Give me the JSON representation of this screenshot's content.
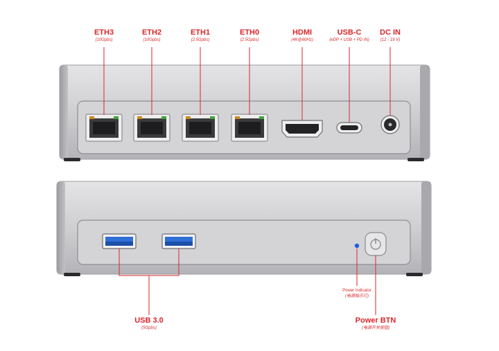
{
  "rear_panel": {
    "ports": [
      {
        "title": "ETH3",
        "sub": "(10Gpbs)"
      },
      {
        "title": "ETH2",
        "sub": "(10Gpbs)"
      },
      {
        "title": "ETH1",
        "sub": "(2.5Gpbs)"
      },
      {
        "title": "ETH0",
        "sub": "(2.5Gpbs)"
      },
      {
        "title": "HDMI",
        "sub": "(4K@60Hz)"
      },
      {
        "title": "USB-C",
        "sub": "(eDP + USB + PD IN)"
      },
      {
        "title": "DC IN",
        "sub": "(12 - 19 V)"
      }
    ]
  },
  "front_panel": {
    "usb": {
      "title": "USB 3.0",
      "sub": "(5Gpbs)"
    },
    "power_indicator": {
      "title": "Power Indicator",
      "sub": "(电源指示灯)"
    },
    "power_button": {
      "title": "Power BTN",
      "sub": "(电源开关按钮)"
    }
  },
  "colors": {
    "accent": "#d9262a",
    "case": "#c9c9cc",
    "usb_blue": "#2f6fd6",
    "led_blue": "#1e5fe0"
  }
}
